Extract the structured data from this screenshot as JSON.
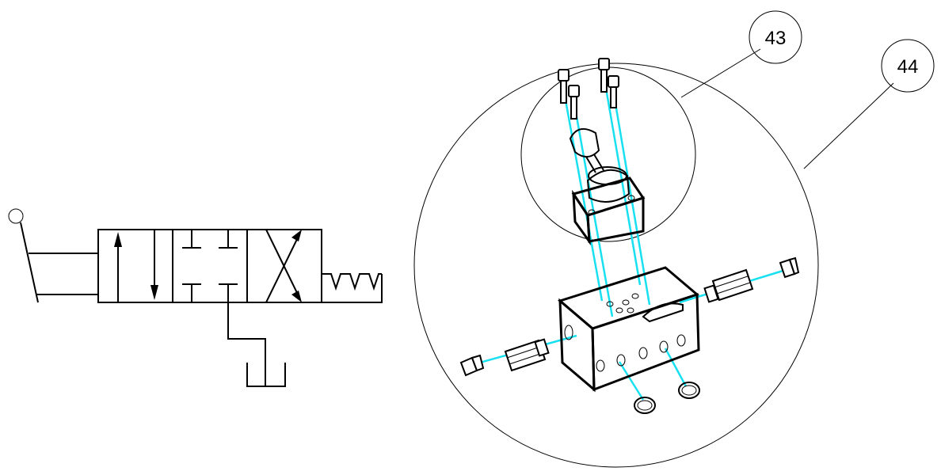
{
  "callouts": [
    {
      "label": "43"
    },
    {
      "label": "44"
    }
  ],
  "colors": {
    "line": "#000000",
    "fastener_axis": "#19e0f0",
    "background": "#ffffff"
  },
  "symbol": {
    "actuator": "lever",
    "return": "spring",
    "envelopes": 3
  }
}
